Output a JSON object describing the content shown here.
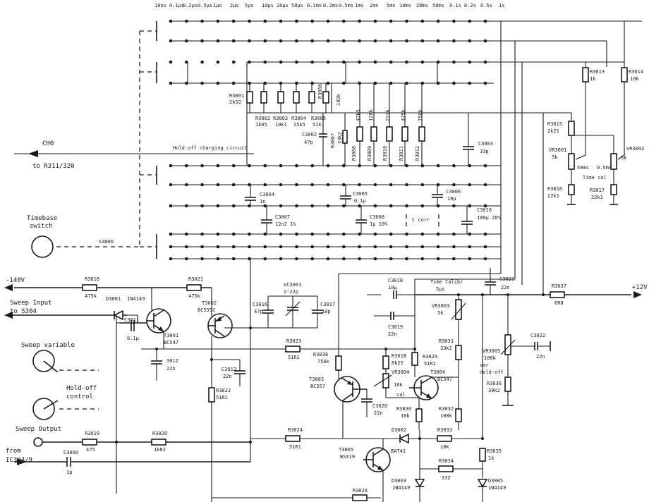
{
  "timebase_ranges": [
    "10ns",
    "0.1μs",
    "0.2μs",
    "0.5μs",
    "1μs",
    "2μs",
    "5μs",
    "10μs",
    "20μs",
    "50μs",
    "0.1ms",
    "0.2ms",
    "0.5ms",
    "1ms",
    "2ms",
    "5ms",
    "10ms",
    "20ms",
    "50ms",
    "0.1s",
    "0.2s",
    "0.5s",
    "1s"
  ],
  "labels": {
    "ch0": "CH0",
    "ch0_dest": "to R311/320",
    "holdoff_circuit": "Hold-off charging circuit",
    "timebase_switch_1": "Timebase",
    "timebase_switch_2": "switch",
    "s3000": "S3000",
    "v140": "-140V",
    "sweep_input_1": "Sweep Input",
    "sweep_input_2": "to S304",
    "sweep_variable": "Sweep variable",
    "holdoff_control_1": "Hold-off",
    "holdoff_control_2": "control",
    "sweep_output": "Sweep Output",
    "from_1": "from",
    "from_2": "IC304/9",
    "v12": "+12V",
    "time_calibr_1": "Time Calibr",
    "time_calibr_2": "5μs",
    "time_cal": "Time cal",
    "ms50": "50ms",
    "ms05": "0.5ms",
    "cal": "cal",
    "var_holdoff_1": "var",
    "var_holdoff_2": "Hold-off",
    "c_corr": "C corr"
  },
  "components": {
    "r3001": [
      "R3001",
      "2k52"
    ],
    "r3002": [
      "R3002",
      "1k05"
    ],
    "r3003": [
      "R3003",
      "10k1"
    ],
    "r3004": [
      "R3004",
      "25k5"
    ],
    "r3005": [
      "R3005",
      "51k1"
    ],
    "r3006": [
      "R3006",
      "102k"
    ],
    "r3007": [
      "R3007",
      "33k2"
    ],
    "c3002": [
      "C3002",
      "47p"
    ],
    "r3008": [
      "R3008",
      "47k5"
    ],
    "r3009": [
      "R3009",
      "120k"
    ],
    "r3010": [
      "R3010",
      "221k"
    ],
    "r3011": [
      "R3011",
      "475k"
    ],
    "r3012": [
      "R3012",
      "750k"
    ],
    "c3003": [
      "C3003",
      "33p"
    ],
    "r3013": [
      "R3013",
      "1k"
    ],
    "r3014": [
      "R3014",
      "10k"
    ],
    "r3015": [
      "R3015",
      "2k21"
    ],
    "vr3001": [
      "VR3001",
      "5k"
    ],
    "vr3002": [
      "VR3002",
      "5k"
    ],
    "r3016": [
      "R3016",
      "22k1"
    ],
    "r3017": [
      "R3017",
      "22k1"
    ],
    "c3004": [
      "C3004",
      "1n"
    ],
    "c3005": [
      "C3005",
      "0.1μ"
    ],
    "c3006": [
      "C3006",
      "10μ"
    ],
    "c3007": [
      "C3007",
      "12n2 1%"
    ],
    "c3008": [
      "C3008",
      "1μ 10%"
    ],
    "c3010": [
      "C3010",
      "100μ 20%"
    ],
    "r3018": [
      "R3018",
      "475k"
    ],
    "r3021": [
      "R3021",
      "475k"
    ],
    "d3001": [
      "D3001",
      "1N4149"
    ],
    "c3011": [
      "C3011",
      "0.1μ"
    ],
    "t3001": [
      "T3001",
      "BC547"
    ],
    "t3002": [
      "T3002",
      "BC559C"
    ],
    "c3012": [
      "3012",
      "22n"
    ],
    "c3013": [
      "C3013",
      "22n"
    ],
    "r3022": [
      "R3022",
      "51R1"
    ],
    "c3016": [
      "C3016",
      "47p"
    ],
    "vc3001": [
      "VC3001",
      "2-22p"
    ],
    "c3017": [
      "C3017",
      "10p"
    ],
    "r3023": [
      "R3023",
      "51R1"
    ],
    "r3038": [
      "R3038",
      "750k"
    ],
    "t3003": [
      "T3003",
      "BC557"
    ],
    "c3018": [
      "C3018",
      "10μ"
    ],
    "c3019": [
      "C3019",
      "22n"
    ],
    "r3018b": [
      "R3018",
      "8k25"
    ],
    "vr3004": [
      "VR3004",
      "10k"
    ],
    "c3020": [
      "C3020",
      "22n"
    ],
    "r3029": [
      "R3029",
      "51R1"
    ],
    "t3004": [
      "T3004",
      "BC547"
    ],
    "vr3003": [
      "VR3003",
      "5k"
    ],
    "r3031": [
      "R3031",
      "33k2"
    ],
    "r3030": [
      "R3030",
      "10k"
    ],
    "r3032": [
      "R3032",
      "100k"
    ],
    "c3021": [
      "C3021",
      "22n"
    ],
    "r3037": [
      "R3037",
      "6R8"
    ],
    "c3022": [
      "C3022",
      "22n"
    ],
    "vr3005": [
      "VR3005",
      "100k"
    ],
    "r3036": [
      "R3036",
      "39k2"
    ],
    "r3019": [
      "R3019",
      "475"
    ],
    "r3020": [
      "R3020",
      "1k82"
    ],
    "r3024": [
      "R3024",
      "51R1"
    ],
    "c3000": [
      "C3000",
      "1p"
    ],
    "d3002": [
      "D3002",
      "BAT41"
    ],
    "r3033": [
      "R3033",
      "10k"
    ],
    "t3005": [
      "T3005",
      "BSX19"
    ],
    "r3034": [
      "R3034",
      "332"
    ],
    "d3003": [
      "D3003",
      "1N4149"
    ],
    "r3035": [
      "R3035",
      "1k"
    ],
    "d3005": [
      "D3005",
      "1N4149"
    ],
    "r3026": [
      "R3026",
      ""
    ]
  }
}
